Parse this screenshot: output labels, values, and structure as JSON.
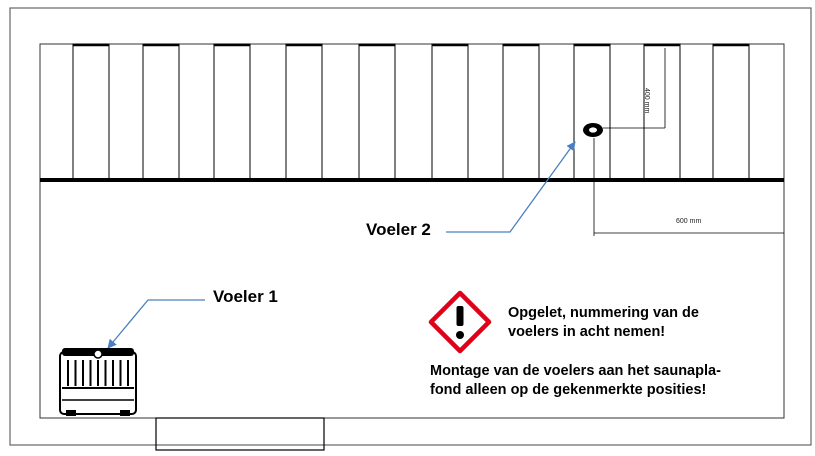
{
  "labels": {
    "voeler1": "Voeler 1",
    "voeler2": "Voeler 2",
    "warning_line1": "Opgelet, nummering van de",
    "warning_line2": "voelers in acht nemen!",
    "mount_line1": "Montage van de voelers aan het saunapla-",
    "mount_line2": "fond alleen op de gekenmerkte posities!"
  },
  "dimensions": {
    "dim_600": "600 mm",
    "dim_400": "400 mm"
  },
  "colors": {
    "arrow": "#4a7fc1",
    "warning_red": "#e0001a",
    "line": "#000000"
  },
  "icons": [
    "warning-icon",
    "sensor-icon",
    "stove-icon"
  ]
}
